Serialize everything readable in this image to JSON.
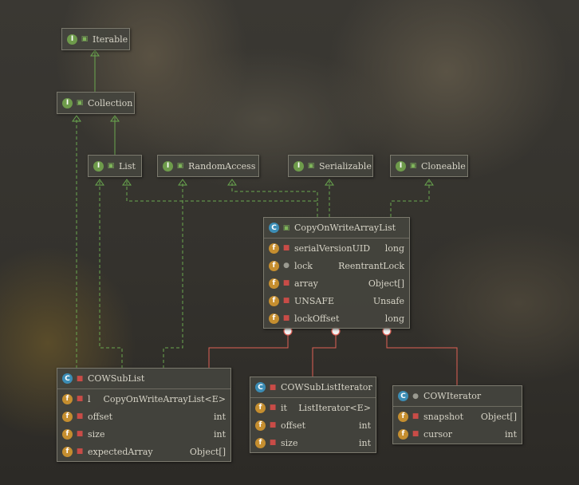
{
  "diagram": {
    "interfaces": {
      "iterable": "Iterable",
      "collection": "Collection",
      "list": "List",
      "random_access": "RandomAccess",
      "serializable": "Serializable",
      "cloneable": "Cloneable"
    },
    "copy_on_write_array_list": {
      "name": "CopyOnWriteArrayList",
      "fields": [
        {
          "name": "serialVersionUID",
          "type": "long"
        },
        {
          "name": "lock",
          "type": "ReentrantLock"
        },
        {
          "name": "array",
          "type": "Object[]"
        },
        {
          "name": "UNSAFE",
          "type": "Unsafe"
        },
        {
          "name": "lockOffset",
          "type": "long"
        }
      ]
    },
    "cow_sub_list": {
      "name": "COWSubList",
      "fields": [
        {
          "name": "l",
          "type": "CopyOnWriteArrayList<E>"
        },
        {
          "name": "offset",
          "type": "int"
        },
        {
          "name": "size",
          "type": "int"
        },
        {
          "name": "expectedArray",
          "type": "Object[]"
        }
      ]
    },
    "cow_sub_list_iterator": {
      "name": "COWSubListIterator",
      "fields": [
        {
          "name": "it",
          "type": "ListIterator<E>"
        },
        {
          "name": "offset",
          "type": "int"
        },
        {
          "name": "size",
          "type": "int"
        }
      ]
    },
    "cow_iterator": {
      "name": "COWIterator",
      "fields": [
        {
          "name": "snapshot",
          "type": "Object[]"
        },
        {
          "name": "cursor",
          "type": "int"
        }
      ]
    },
    "badges": {
      "interface": "I",
      "class": "C",
      "field": "f"
    },
    "colors": {
      "realization": "#6aa84f",
      "inner_class": "#e06055",
      "node_border": "#7c7a6e"
    }
  }
}
